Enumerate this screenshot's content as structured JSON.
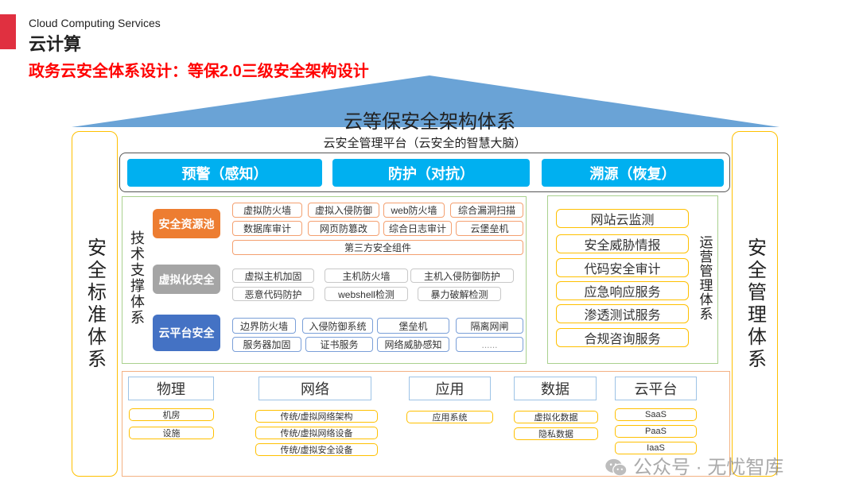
{
  "header": {
    "subtitle_en": "Cloud Computing Services",
    "title": "云计算",
    "headline": "政务云安全体系设计：等保2.0三级安全架构设计"
  },
  "colors": {
    "accent_red": "#e03040",
    "roof": "#6aa3d6",
    "button": "#00b0f0",
    "orange": "#ed7d31",
    "gray": "#a5a5a5",
    "blue": "#4472c4"
  },
  "roof_title": "云等保安全架构体系",
  "left_pillar": "安全标准体系",
  "right_pillar": "安全管理体系",
  "platform": {
    "title": "云安全管理平台（云安全的智慧大脑）",
    "buttons": [
      "预警（感知）",
      "防护（对抗）",
      "溯源（恢复）"
    ]
  },
  "tech": {
    "label": "技术支撑体系",
    "resource_pool": {
      "label": "安全资源池",
      "items": [
        "虚拟防火墙",
        "虚拟入侵防御",
        "web防火墙",
        "综合漏洞扫描",
        "数据库审计",
        "网页防篡改",
        "综合日志审计",
        "云堡垒机",
        "第三方安全组件"
      ]
    },
    "virtualization": {
      "label": "虚拟化安全",
      "items": [
        "虚拟主机加固",
        "主机防火墙",
        "主机入侵防御防护",
        "恶意代码防护",
        "webshell检测",
        "暴力破解检测"
      ]
    },
    "cloud_platform": {
      "label": "云平台安全",
      "items": [
        "边界防火墙",
        "入侵防御系统",
        "堡垒机",
        "隔离网闸",
        "服务器加固",
        "证书服务",
        "网络威胁感知",
        "......"
      ]
    }
  },
  "operations": {
    "label": "运营管理体系",
    "items": [
      "网站云监测",
      "安全威胁情报",
      "代码安全审计",
      "应急响应服务",
      "渗透测试服务",
      "合规咨询服务"
    ]
  },
  "bottom": {
    "physical": {
      "label": "物理",
      "items": [
        "机房",
        "设施"
      ]
    },
    "network": {
      "label": "网络",
      "items": [
        "传统/虚拟网络架构",
        "传统/虚拟网络设备",
        "传统/虚拟安全设备"
      ]
    },
    "application": {
      "label": "应用",
      "items": [
        "应用系统"
      ]
    },
    "data": {
      "label": "数据",
      "items": [
        "虚拟化数据",
        "隐私数据"
      ]
    },
    "cloud": {
      "label": "云平台",
      "items": [
        "SaaS",
        "PaaS",
        "IaaS"
      ]
    }
  },
  "watermark": "公众号 · 无忧智库"
}
